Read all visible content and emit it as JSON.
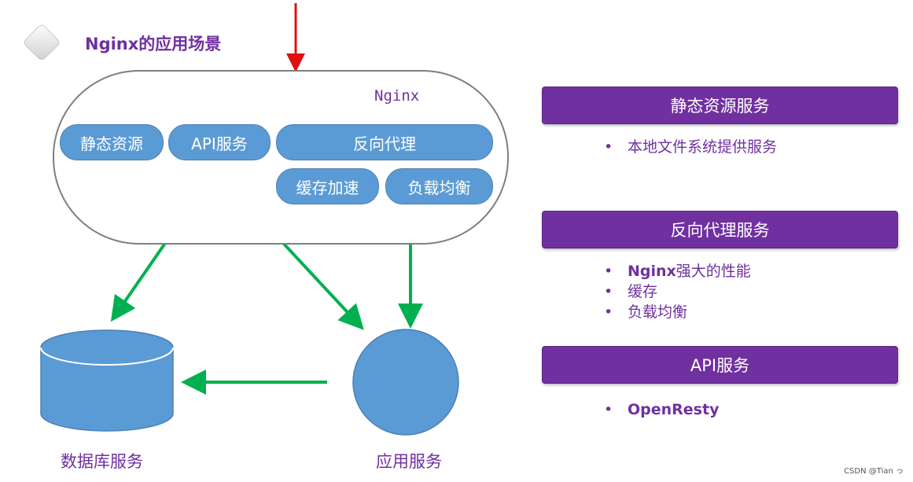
{
  "title": "Nginx的应用场景",
  "nginx": {
    "label": "Nginx",
    "modules": {
      "static": "静态资源",
      "api": "API服务",
      "reverse_proxy": "反向代理",
      "cache": "缓存加速",
      "load_balance": "负载均衡"
    }
  },
  "nodes": {
    "database": "数据库服务",
    "app": "应用服务"
  },
  "panels": [
    {
      "header": "静态资源服务",
      "bullets": [
        "本地文件系统提供服务"
      ]
    },
    {
      "header": "反向代理服务",
      "bullets": [
        [
          "Nginx",
          "强大的性能"
        ],
        "缓存",
        "负载均衡"
      ]
    },
    {
      "header": "API服务",
      "bullets": [
        "OpenResty"
      ]
    }
  ],
  "watermark": "CSDN @Tian っ",
  "colors": {
    "accent_purple": "#7030a0",
    "shape_blue": "#5b9bd5",
    "arrow_green": "#00b050",
    "arrow_red": "#e01010"
  }
}
